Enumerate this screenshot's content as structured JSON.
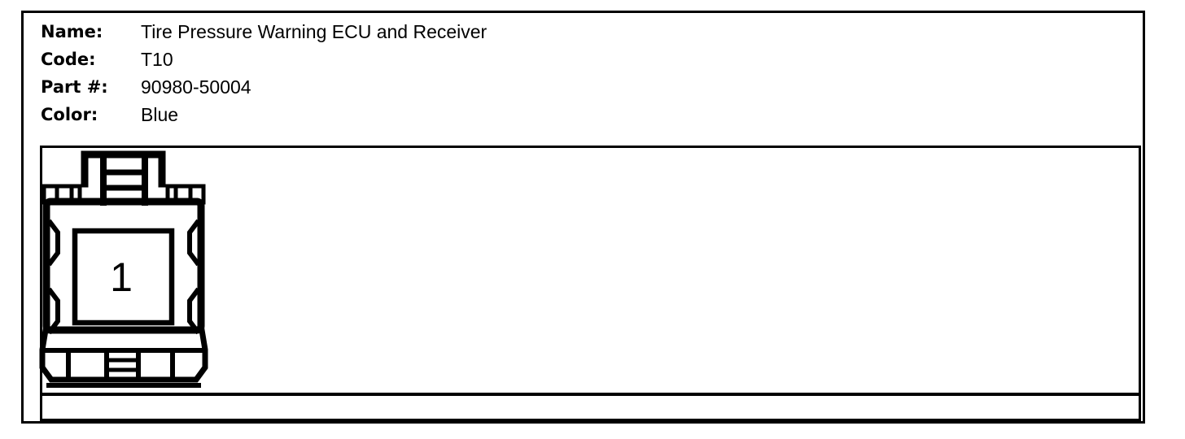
{
  "header": {
    "fields": [
      {
        "label": "Name:",
        "value": "Tire Pressure Warning ECU and Receiver"
      },
      {
        "label": "Code:",
        "value": "T10"
      },
      {
        "label": "Part #:",
        "value": "90980-50004"
      },
      {
        "label": "Color:",
        "value": "Blue"
      }
    ]
  },
  "diagram": {
    "pin_label": "1"
  },
  "colors": {
    "line": "#000000",
    "background": "#ffffff"
  }
}
